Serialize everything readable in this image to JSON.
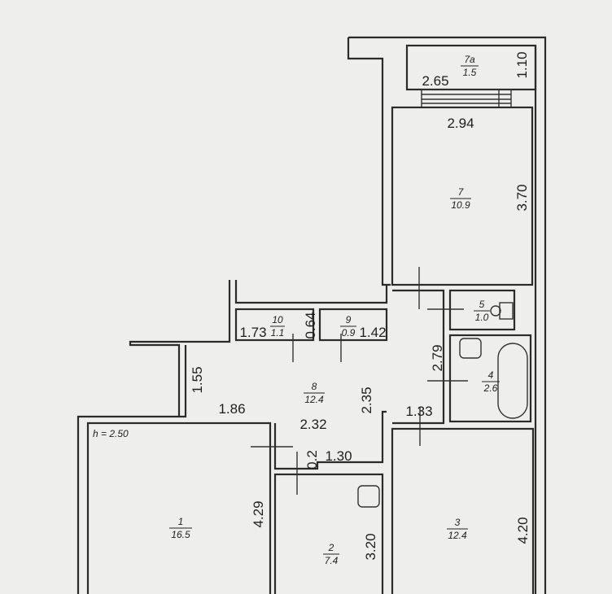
{
  "plan": {
    "ceiling_height": "h = 2.50",
    "rooms": [
      {
        "id": "1",
        "area": "16.5"
      },
      {
        "id": "2",
        "area": "7.4"
      },
      {
        "id": "3",
        "area": "12.4"
      },
      {
        "id": "4",
        "area": "2.6"
      },
      {
        "id": "5",
        "area": "1.0"
      },
      {
        "id": "7",
        "area": "10.9"
      },
      {
        "id": "7a",
        "area": "1.5"
      },
      {
        "id": "8",
        "area": "12.4"
      },
      {
        "id": "9",
        "area": "0.9"
      },
      {
        "id": "10",
        "area": "1.1"
      }
    ],
    "dimensions": {
      "balcony_width": "2.65",
      "balcony_depth": "1.10",
      "room7_width": "2.94",
      "room7_length": "3.70",
      "room10_width": "1.73",
      "closet_depth": "0.64",
      "room9_width": "1.42",
      "corridor_length": "2.79",
      "hall_left": "1.55",
      "hall_width": "1.86",
      "hall_middle": "2.32",
      "hall_length": "2.35",
      "hall_right": "1.33",
      "wall_step": "0.2",
      "room2_width": "1.30",
      "room1_length": "4.29",
      "room2_length": "3.20",
      "room3_length": "4.20"
    }
  }
}
